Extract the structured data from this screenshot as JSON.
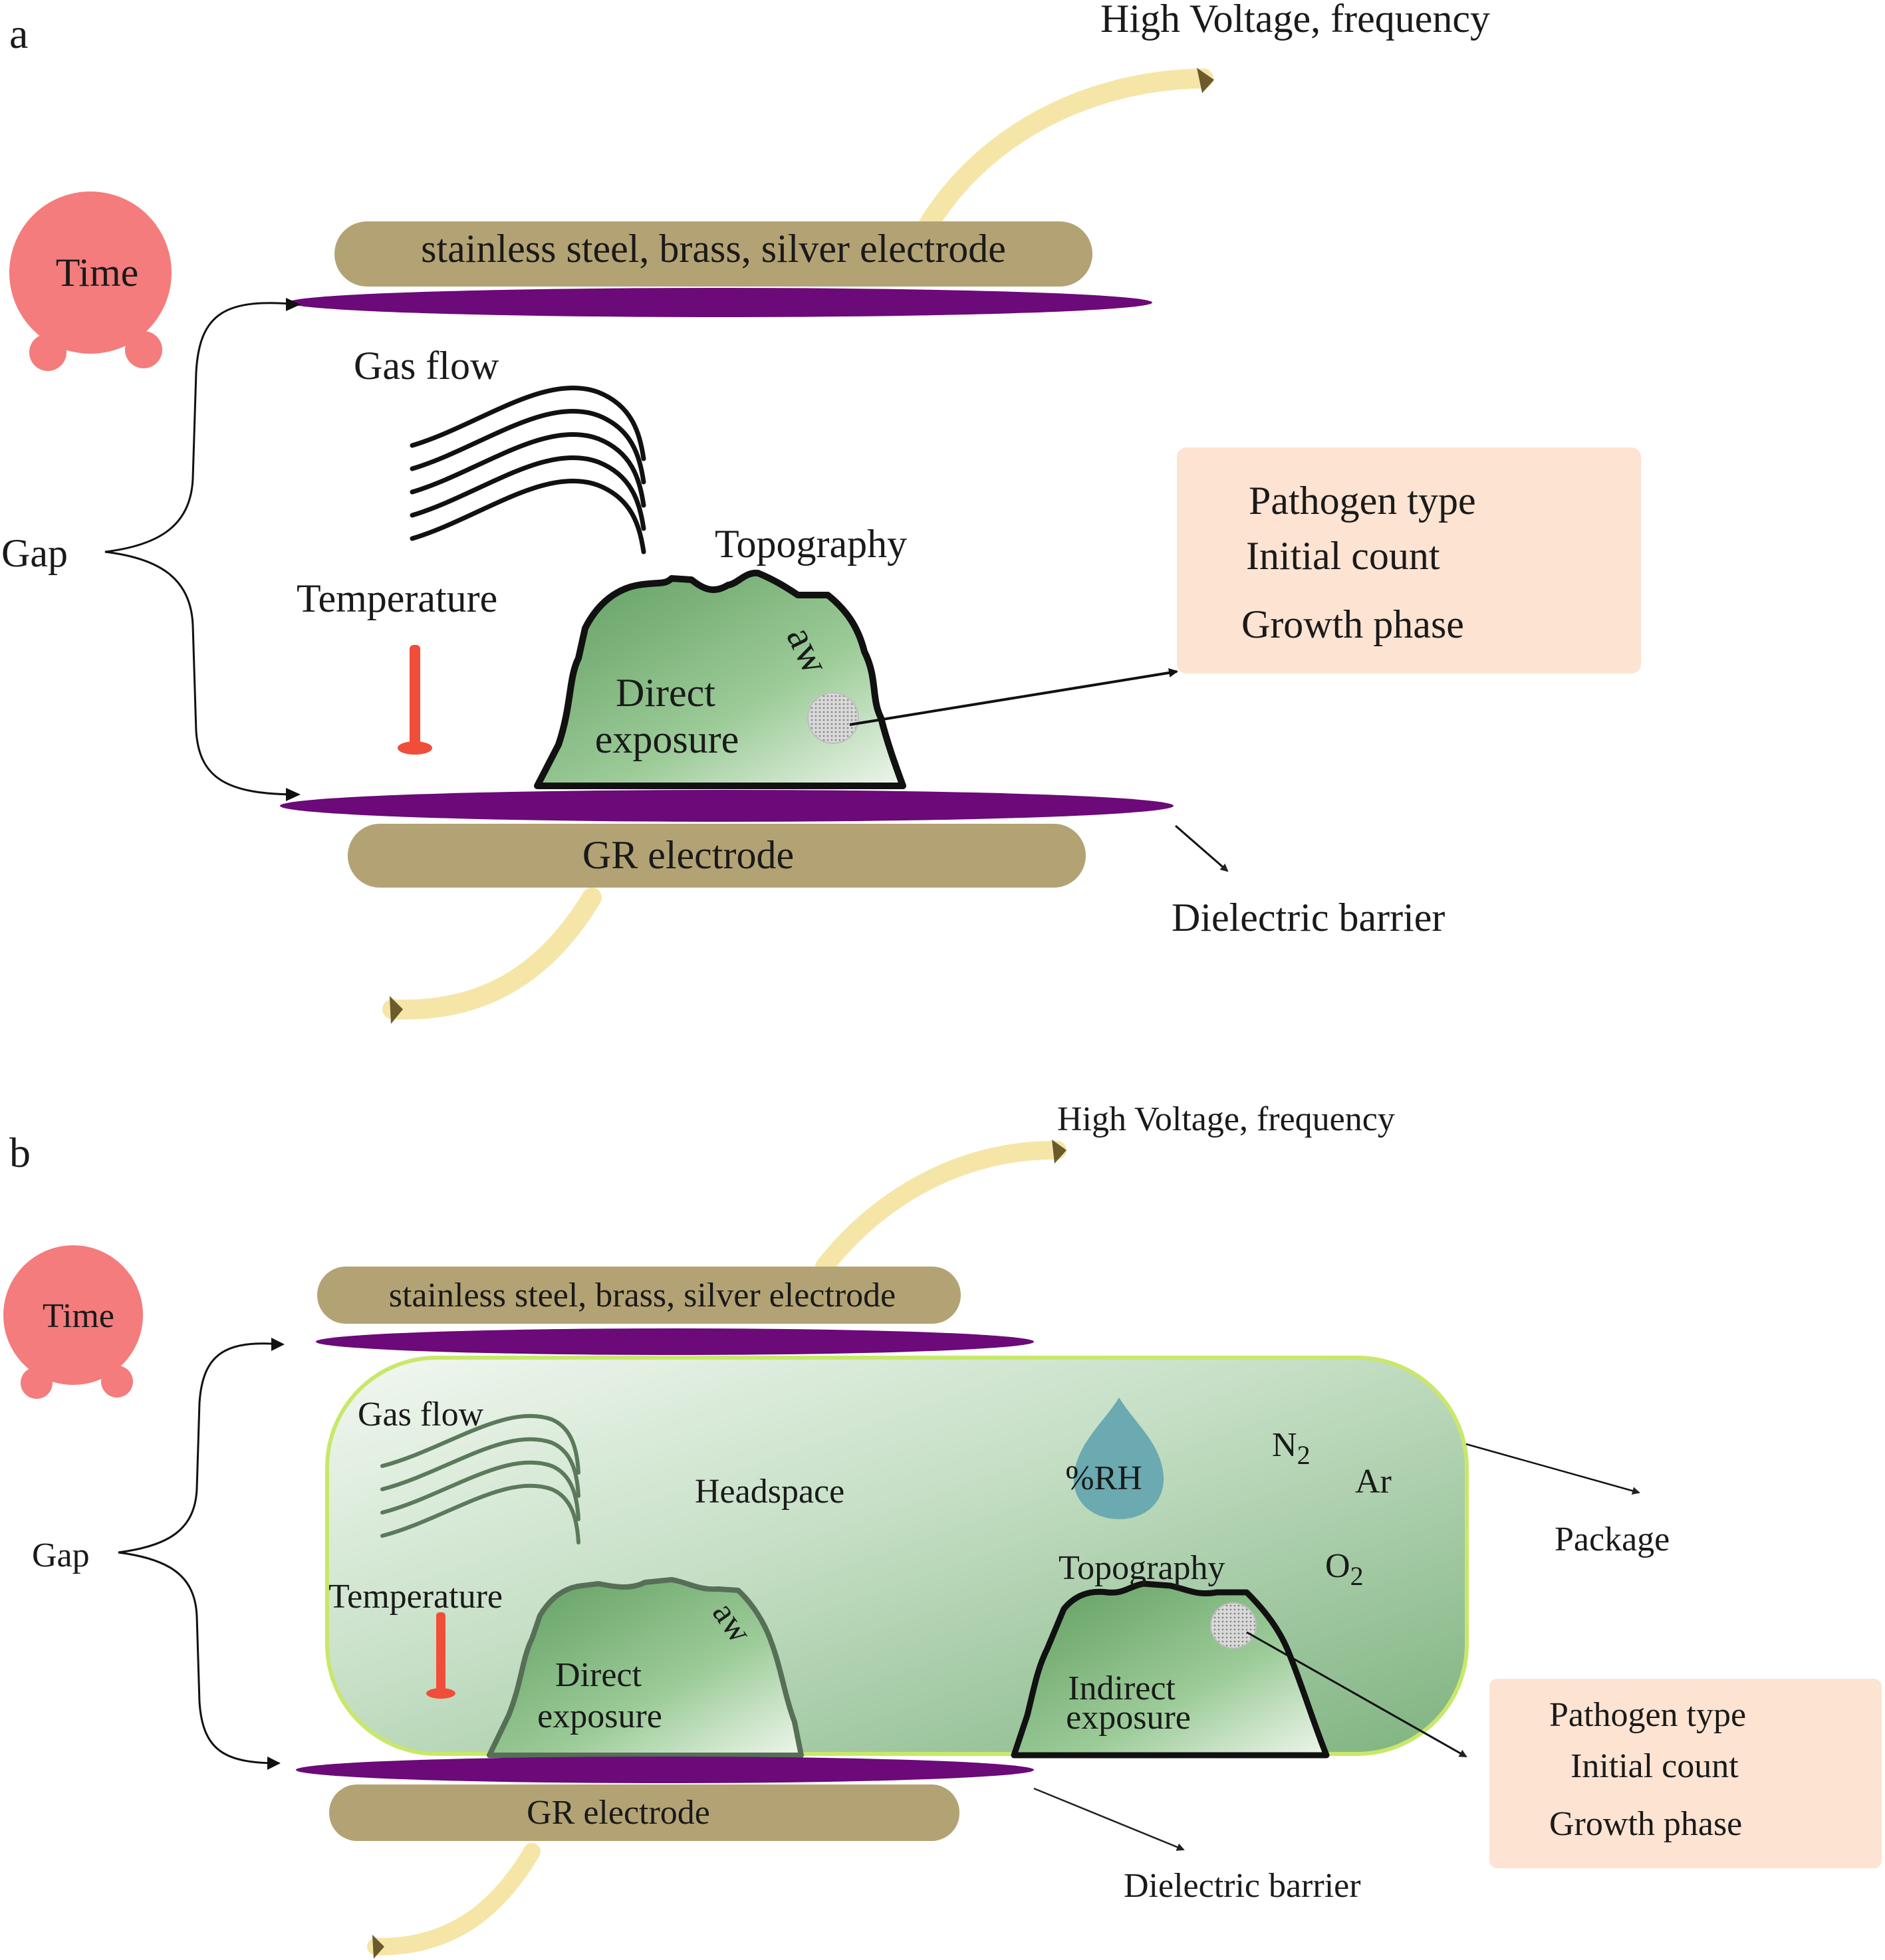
{
  "colors": {
    "electrode_gold": "#b3a374",
    "dielectric_purple": "#6b0a78",
    "time_pink": "#f47c7c",
    "wire_yellow": "#f5e6a8",
    "food_green": "#8fbf8c",
    "pathogen_box": "#fde3d2",
    "package_green": "#cfe5cf",
    "package_border": "#c8e86a",
    "water_drop": "#6aaab0",
    "thermometer_red": "#f04e3a"
  },
  "panel_a": {
    "label": "a",
    "voltage_label": "High Voltage, frequency",
    "top_electrode": "stainless steel, brass, silver electrode",
    "bottom_electrode": "GR electrode",
    "time_label": "Time",
    "gap_label": "Gap",
    "gas_flow_label": "Gas flow",
    "temperature_label": "Temperature",
    "topography_label": "Topography",
    "aw_label": "aw",
    "exposure_line1": "Direct",
    "exposure_line2": "exposure",
    "dielectric_label": "Dielectric barrier",
    "pathogen_lines": [
      "Pathogen type",
      "Initial count",
      "Growth phase"
    ]
  },
  "panel_b": {
    "label": "b",
    "voltage_label": "High Voltage, frequency",
    "top_electrode": "stainless steel, brass, silver electrode",
    "bottom_electrode": "GR electrode",
    "time_label": "Time",
    "gap_label": "Gap",
    "gas_flow_label": "Gas flow",
    "headspace_label": "Headspace",
    "rh_label": "%RH",
    "n2_label": "N",
    "n2_sub": "2",
    "ar_label": "Ar",
    "o2_label": "O",
    "o2_sub": "2",
    "package_label": "Package",
    "topography_label": "Topography",
    "temperature_label": "Temperature",
    "aw_label": "aw",
    "direct_line1": "Direct",
    "direct_line2": "exposure",
    "indirect_line1": "Indirect",
    "indirect_line2": "exposure",
    "dielectric_label": "Dielectric barrier",
    "pathogen_lines": [
      "Pathogen type",
      "Initial count",
      "Growth phase"
    ]
  }
}
